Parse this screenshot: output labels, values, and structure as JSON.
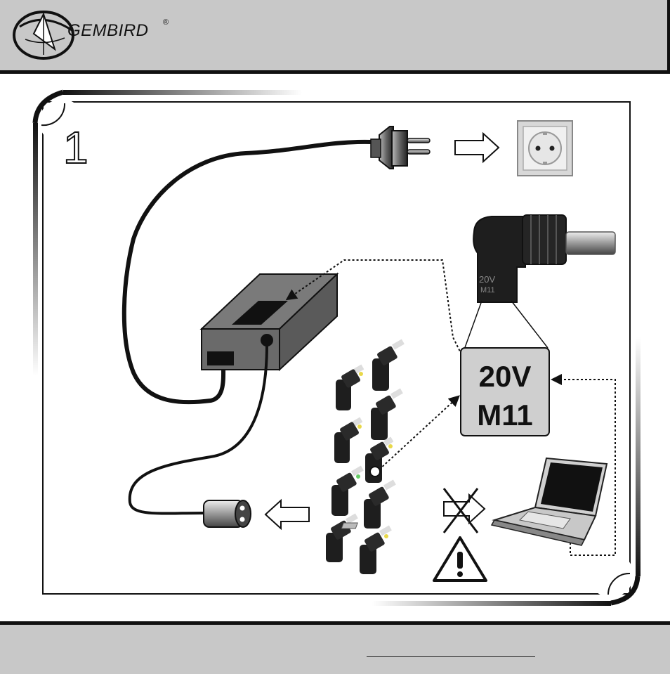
{
  "header": {
    "brand": "GEMBIRD",
    "registered": "®",
    "background": "#c8c8c8"
  },
  "diagram": {
    "step_number": "1",
    "tip_label_line1": "20V",
    "tip_label_line2": "M11",
    "tip_marking_line1": "20V",
    "tip_marking_line2": "M11"
  },
  "icons": [
    "globe-logo-icon",
    "wall-plug-icon",
    "wall-socket-icon",
    "arrow-right-icon",
    "arrow-left-icon",
    "power-adapter-icon",
    "dc-connector-icon",
    "tip-connector-icon",
    "laptop-icon",
    "crossed-arrow-icon",
    "warning-icon"
  ],
  "footer": {
    "background": "#c8c8c8"
  }
}
